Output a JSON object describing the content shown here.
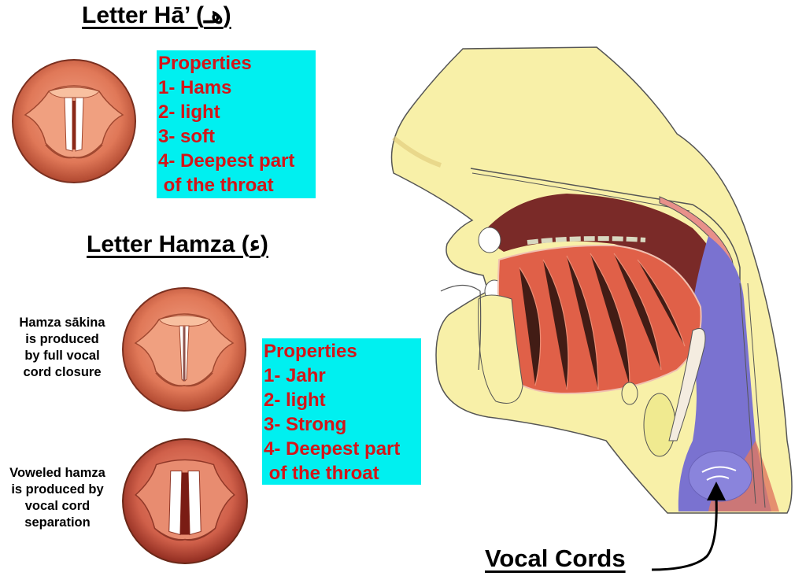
{
  "ha_section": {
    "title": "Letter Hā’ (هـ)",
    "properties": {
      "heading": "Properties",
      "items": [
        "1- Hams",
        "2- light",
        "3- soft",
        "4- Deepest part",
        " of the throat"
      ]
    }
  },
  "hamza_section": {
    "title": "Letter Hamza (ء)",
    "caption_sakina": [
      "Hamza sākina",
      "is produced",
      "by full vocal",
      "cord closure"
    ],
    "caption_voweled": [
      "Voweled hamza",
      "is produced by",
      "vocal cord",
      "separation"
    ],
    "properties": {
      "heading": "Properties",
      "items": [
        "1- Jahr",
        "2- light",
        "3- Strong",
        "4- Deepest part",
        " of the throat"
      ]
    }
  },
  "anatomy": {
    "label": "Vocal Cords"
  },
  "colors": {
    "box_bg": "#00f0f0",
    "box_text": "#d41418",
    "skin": "#f8f0a8",
    "muscle": "#e06048",
    "pharynx": "#7a72d0"
  }
}
